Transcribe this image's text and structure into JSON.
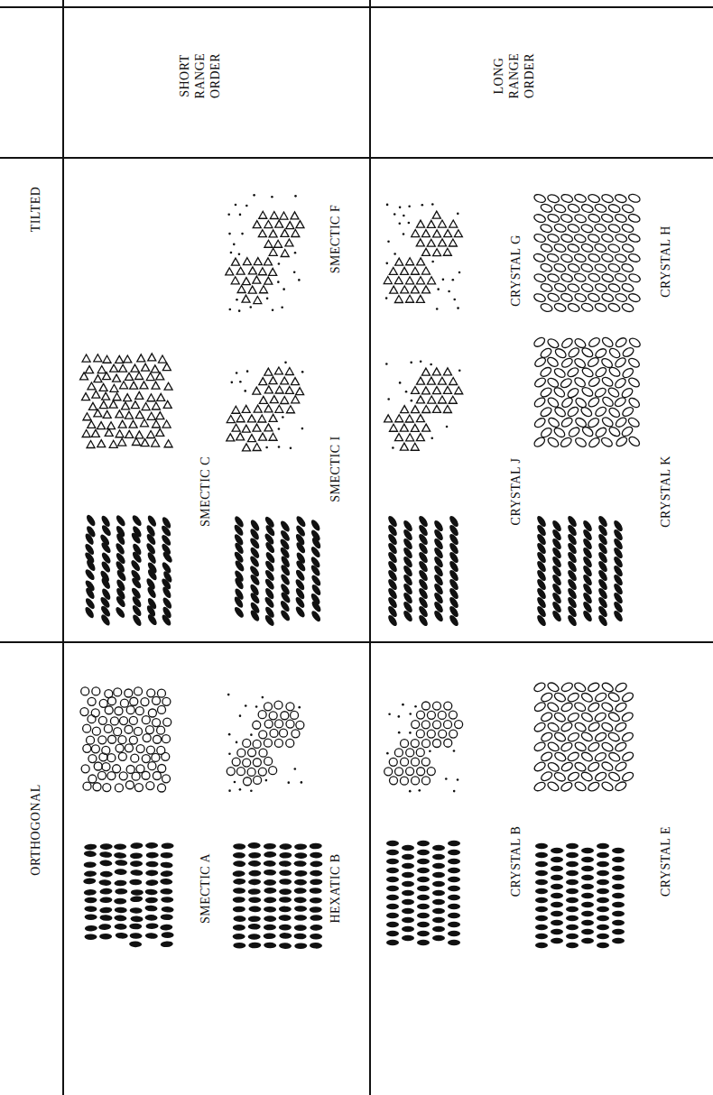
{
  "diagram": {
    "labels": [
      "SHORT RANGE ORDER",
      "LONG RANGE ORDER",
      "TILTED",
      "ORTHOGONAL",
      "SMECTIC C",
      "SMECTIC F",
      "SMECTIC I",
      "CRYSTAL G",
      "CRYSTAL J",
      "CRYSTAL H",
      "CRYSTAL K",
      "SMECTIC A",
      "HEXATIC B",
      "CRYSTAL B",
      "CRYSTAL E"
    ]
  }
}
